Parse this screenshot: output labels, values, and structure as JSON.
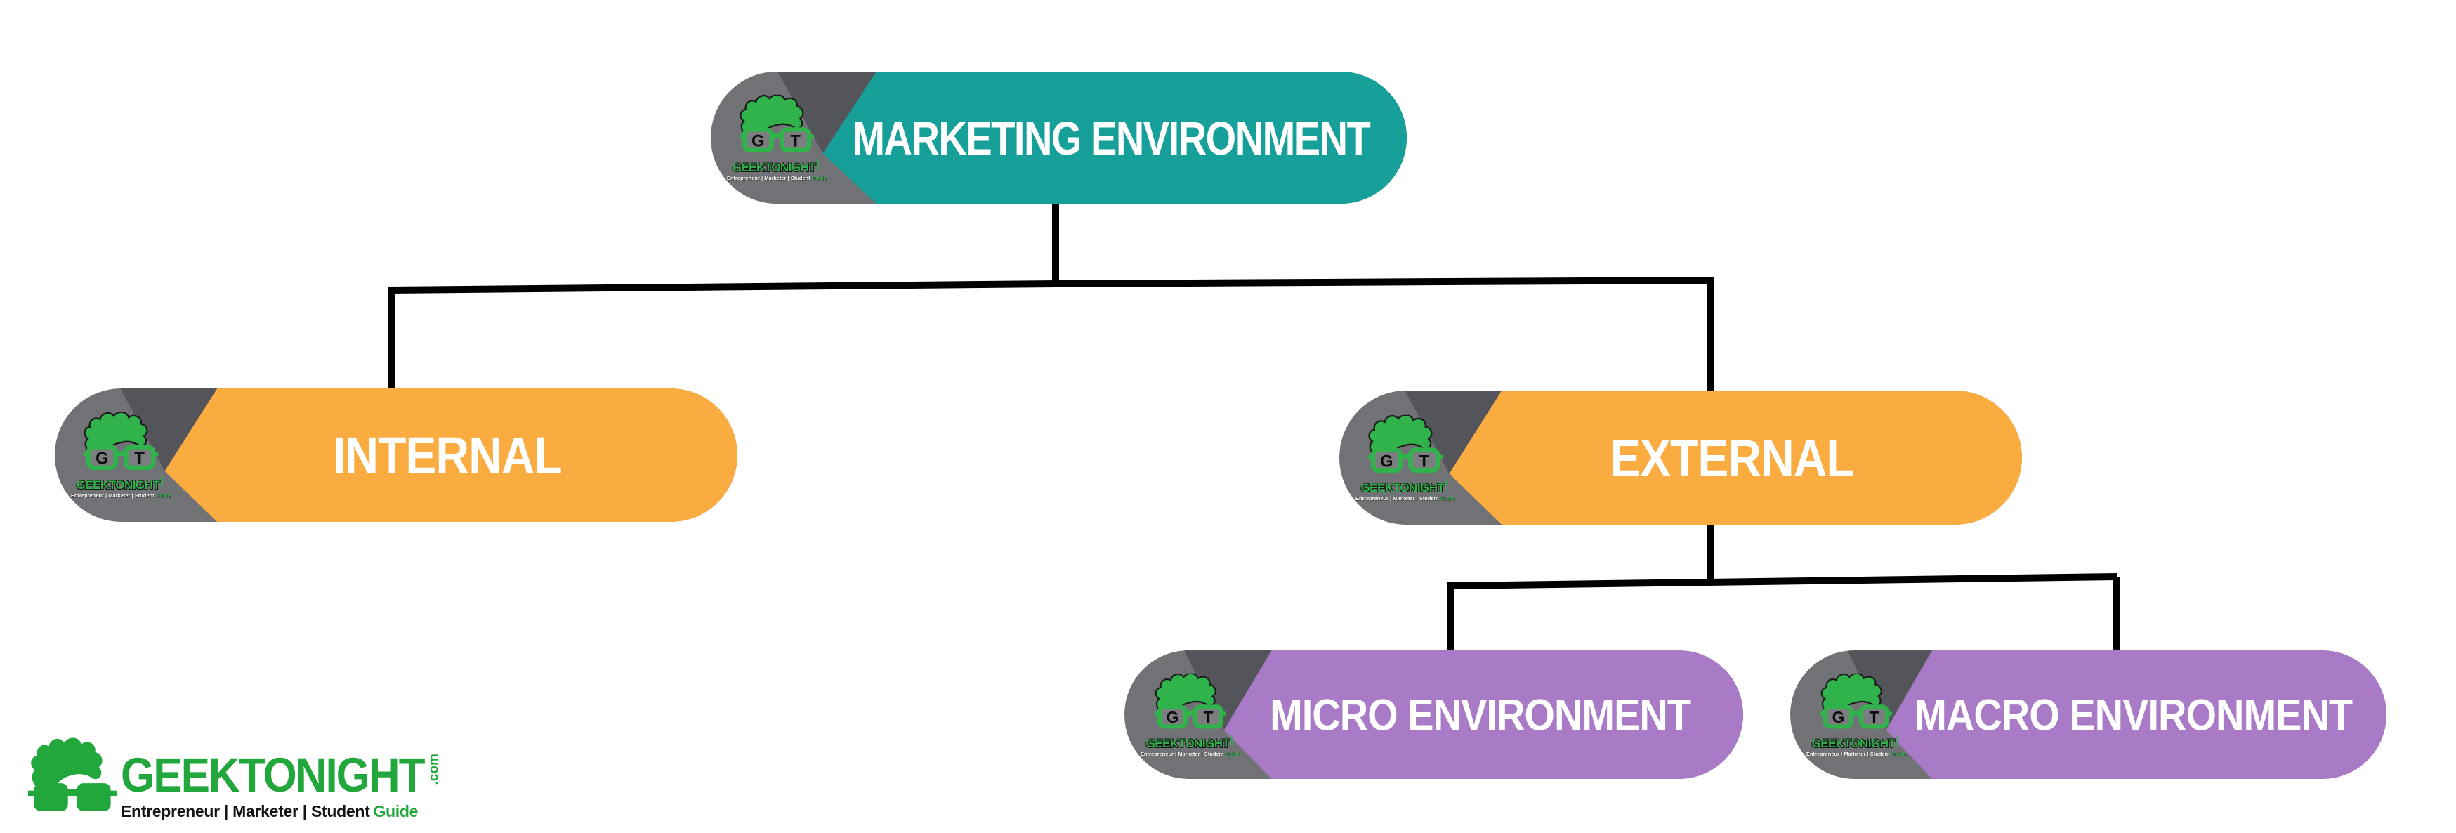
{
  "page": {
    "background": "#ffffff"
  },
  "diagram": {
    "type": "hierarchy",
    "edges": [
      [
        "MARKETING ENVIRONMENT",
        "INTERNAL"
      ],
      [
        "MARKETING ENVIRONMENT",
        "EXTERNAL"
      ],
      [
        "EXTERNAL",
        "MICRO ENVIRONMENT"
      ],
      [
        "EXTERNAL",
        "MACRO ENVIRONMENT"
      ]
    ]
  },
  "nodes": [
    {
      "id": "marketing-environment",
      "label": "MARKETING ENVIRONMENT",
      "color": "#17A099",
      "level": 1
    },
    {
      "id": "internal",
      "label": "INTERNAL",
      "color": "#FAAC41",
      "level": 2
    },
    {
      "id": "external",
      "label": "EXTERNAL",
      "color": "#FAAC41",
      "level": 2
    },
    {
      "id": "micro-environment",
      "label": "MICRO ENVIRONMENT",
      "color": "#A97AC6",
      "level": 3
    },
    {
      "id": "macro-environment",
      "label": "MACRO ENVIRONMENT",
      "color": "#A97AC6",
      "level": 3
    }
  ],
  "badge": {
    "g": "G",
    "t": "T",
    "brand": "GEEKTONIGHT",
    "tld": ".com",
    "tagline": "Entrepreneur | Marketer | Student",
    "tagline_highlight": "Guide"
  },
  "footer_logo": {
    "brand": "GEEKTONIGHT",
    "tld": ".com",
    "tagline": "Entrepreneur | Marketer | Student",
    "tagline_highlight": "Guide"
  },
  "colors": {
    "teal": "#17A099",
    "orange": "#FAAC41",
    "purple": "#A97AC6",
    "badge_gray": "#717276",
    "badge_dark": "#54555A",
    "logo_green": "#21A73B",
    "badge_green": "#2FB34A",
    "connector": "#000000"
  }
}
